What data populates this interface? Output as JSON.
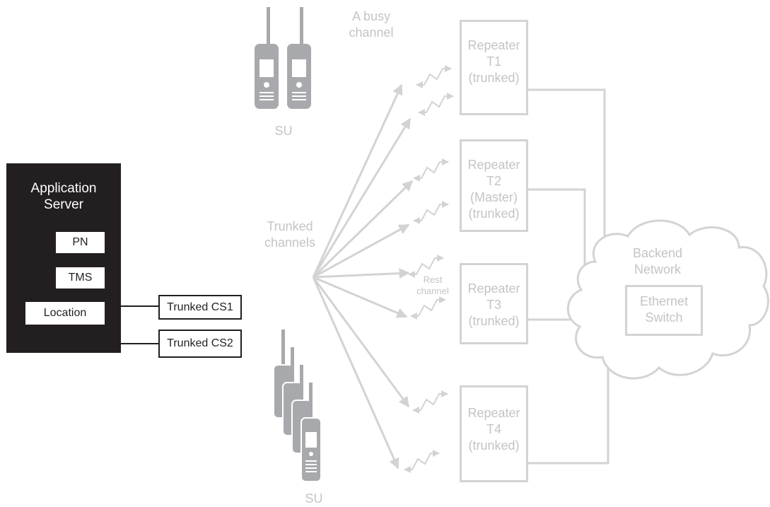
{
  "app_server": {
    "title": "Application\nServer",
    "items": [
      "PN",
      "TMS",
      "Location"
    ]
  },
  "control_stations": [
    "Trunked CS1",
    "Trunked CS2"
  ],
  "subscriber_label": "SU",
  "busy_channel_label": "A busy\nchannel",
  "trunked_channels_label": "Trunked\nchannels",
  "rest_channel_label": "Rest\nchannel",
  "repeaters": [
    {
      "label": "Repeater\nT1\n(trunked)"
    },
    {
      "label": "Repeater\nT2\n(Master)\n(trunked)"
    },
    {
      "label": "Repeater\nT3\n(trunked)"
    },
    {
      "label": "Repeater\nT4\n(trunked)"
    }
  ],
  "backend": {
    "title": "Backend\nNetwork",
    "switch_label": "Ethernet\nSwitch"
  },
  "colors": {
    "server_fill": "#231f20",
    "faded": "#d3d3d3",
    "faded_text": "#c4c4c4",
    "radio_fill": "#a7a9ac"
  }
}
